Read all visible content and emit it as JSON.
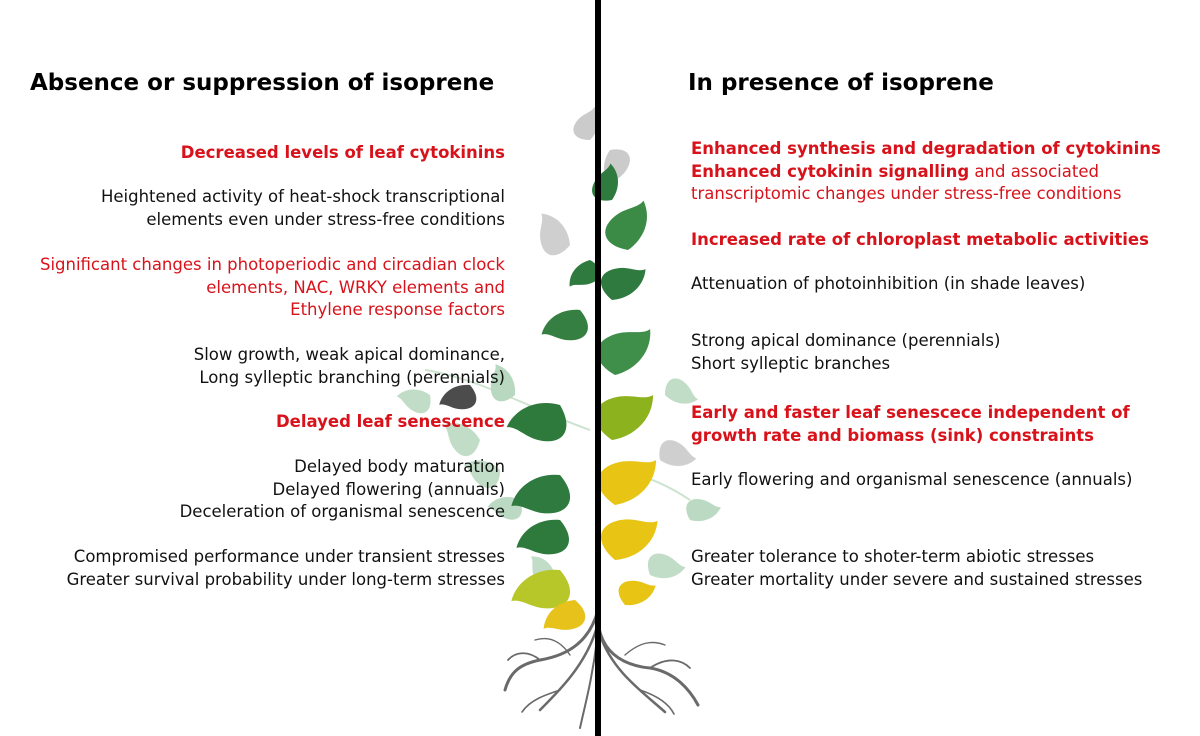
{
  "left_heading": "Absence or suppression of isoprene",
  "right_heading": "In presence of isoprene",
  "left": {
    "cytokinins": "Decreased levels of leaf cytokinins",
    "heat_shock_l1": "Heightened activity of heat-shock transcriptional",
    "heat_shock_l2": "elements even under stress-free conditions",
    "clock_l1": "Significant changes in photoperiodic and circadian clock",
    "clock_l2": "elements, NAC, WRKY elements and",
    "clock_l3": "Ethylene response factors",
    "growth_l1": "Slow growth, weak apical dominance,",
    "growth_l2": "Long sylleptic branching (perennials)",
    "senescence": "Delayed leaf senescence",
    "maturation_l1": "Delayed body maturation",
    "maturation_l2": "Delayed flowering (annuals)",
    "maturation_l3": "Deceleration of organismal senescence",
    "stress_l1": "Compromised performance under transient stresses",
    "stress_l2": "Greater survival probability under long-term stresses"
  },
  "right": {
    "cytokinin_synth": "Enhanced synthesis and degradation of cytokinins",
    "cytokinin_signal_bold": "Enhanced cytokinin signalling",
    "cytokinin_signal_rest": " and associated",
    "cytokinin_signal_l2": "transcriptomic changes under stress-free conditions",
    "chloroplast": "Increased rate of chloroplast metabolic activities",
    "photoinhibition": "Attenuation of photoinhibition (in shade leaves)",
    "apical_l1": "Strong apical dominance (perennials)",
    "apical_l2": "Short sylleptic branches",
    "senescence_l1": "Early and faster leaf senescece independent of",
    "senescence_l2": "growth rate and biomass (sink) constraints",
    "flowering": "Early flowering and organismal senescence (annuals)",
    "stress_l1": "Greater tolerance to shoter-term abiotic stresses",
    "stress_l2": "Greater mortality under severe and sustained stresses"
  },
  "colors": {
    "highlight": "#d8121a",
    "text": "#111111",
    "leaf_dark": "#2f7a3e",
    "leaf_mid": "#3f8f4a",
    "leaf_light": "#8fc49a",
    "leaf_yellowgreen": "#8cb21e",
    "leaf_yellow": "#e8c414",
    "leaf_gray": "#b8b8b8",
    "root": "#6a6a6a"
  }
}
